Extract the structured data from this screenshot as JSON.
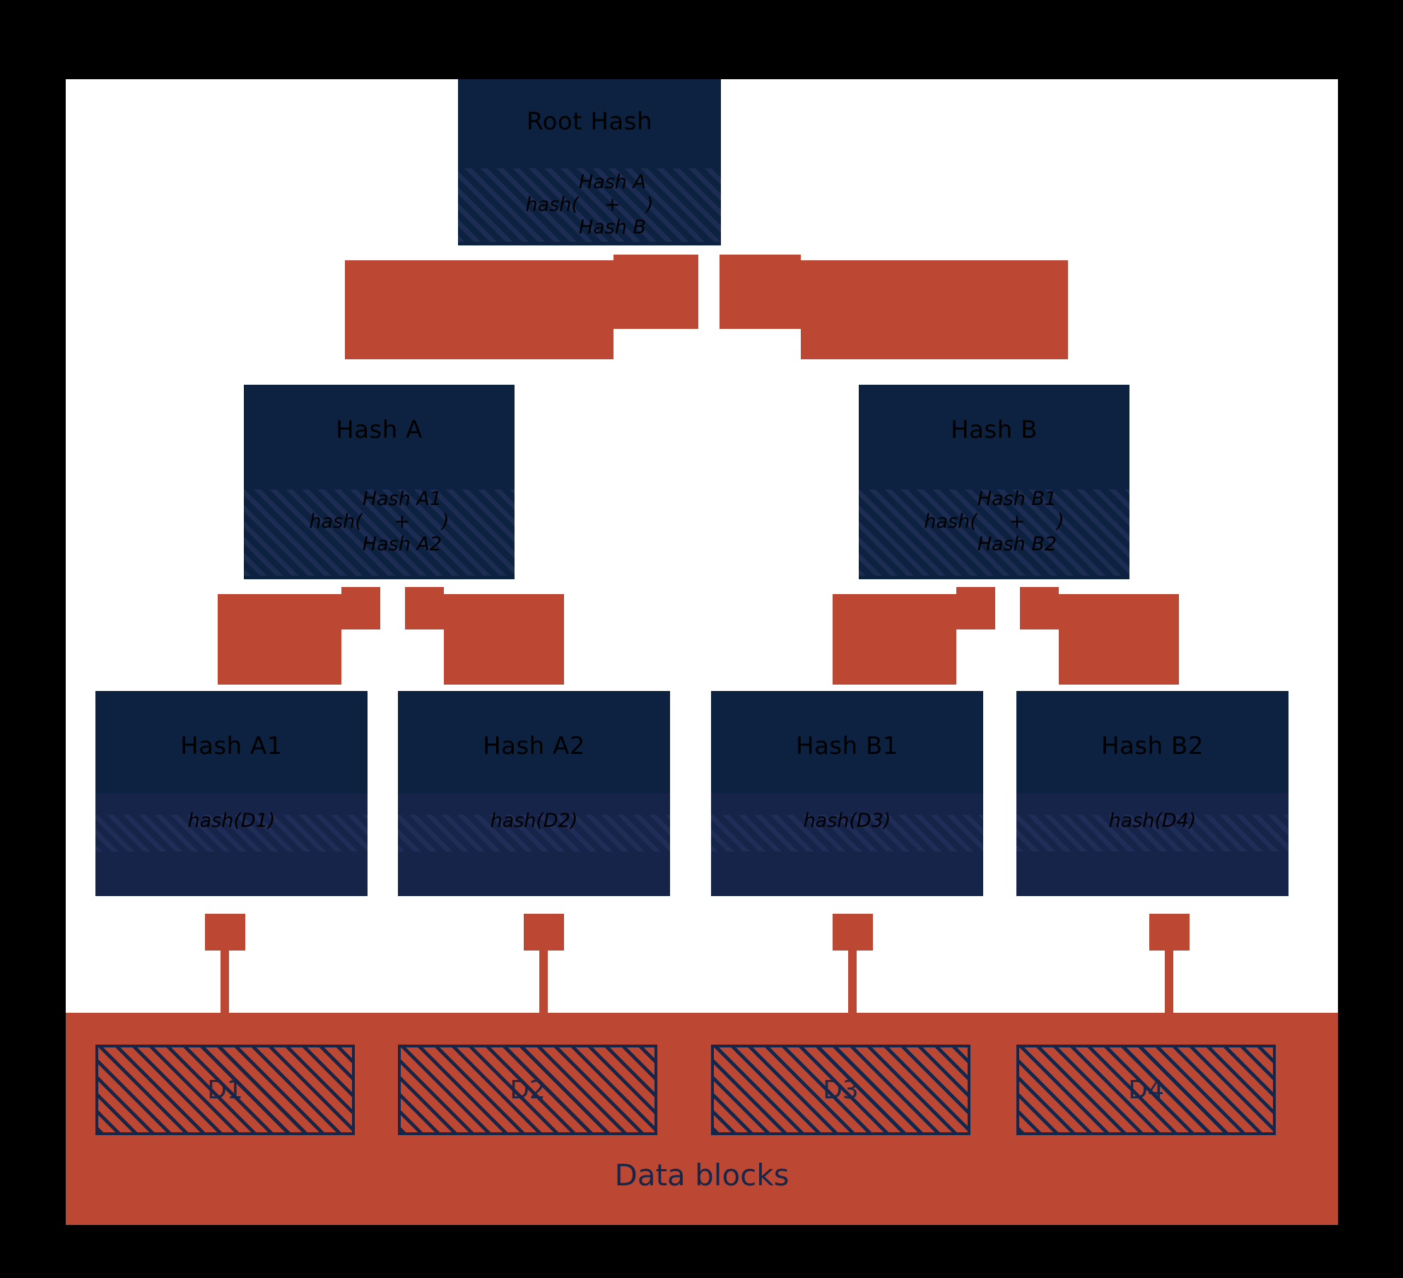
{
  "diagram": {
    "title_visible": false,
    "colors": {
      "navy": "#0d2240",
      "navy_light": "#16244a",
      "orange": "#bc4834",
      "hatch_navy": "#14274a",
      "canvas": "#ffffff",
      "backdrop": "#000000"
    },
    "root": {
      "title": "Root Hash",
      "formula_prefix": "hash(",
      "formula_top": "Hash A",
      "formula_mid": "+",
      "formula_bottom": "Hash B",
      "formula_suffix": ")"
    },
    "branches": [
      {
        "id": "hash-a",
        "title": "Hash A",
        "formula_prefix": "hash(",
        "formula_top": "Hash A1",
        "formula_mid": "+",
        "formula_bottom": "Hash A2",
        "formula_suffix": ")"
      },
      {
        "id": "hash-b",
        "title": "Hash B",
        "formula_prefix": "hash(",
        "formula_top": "Hash B1",
        "formula_mid": "+",
        "formula_bottom": "Hash B2",
        "formula_suffix": ")"
      }
    ],
    "leaves": [
      {
        "id": "hash-a1",
        "title": "Hash A1",
        "formula": "hash(D1)"
      },
      {
        "id": "hash-a2",
        "title": "Hash A2",
        "formula": "hash(D2)"
      },
      {
        "id": "hash-b1",
        "title": "Hash B1",
        "formula": "hash(D3)"
      },
      {
        "id": "hash-b2",
        "title": "Hash B2",
        "formula": "hash(D4)"
      }
    ],
    "data_blocks": {
      "label": "Data blocks",
      "items": [
        {
          "id": "d1",
          "label": "D1"
        },
        {
          "id": "d2",
          "label": "D2"
        },
        {
          "id": "d3",
          "label": "D3"
        },
        {
          "id": "d4",
          "label": "D4"
        }
      ]
    }
  }
}
